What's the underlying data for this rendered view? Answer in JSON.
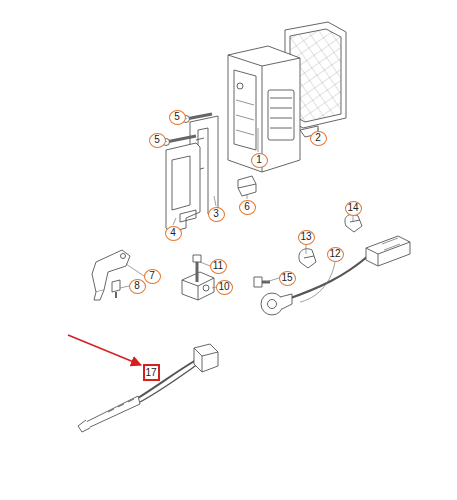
{
  "diagram": {
    "labels": [
      "5",
      "5",
      "1",
      "2",
      "3",
      "6",
      "4",
      "13",
      "14",
      "12",
      "11",
      "15",
      "7",
      "8",
      "10",
      "17"
    ]
  }
}
